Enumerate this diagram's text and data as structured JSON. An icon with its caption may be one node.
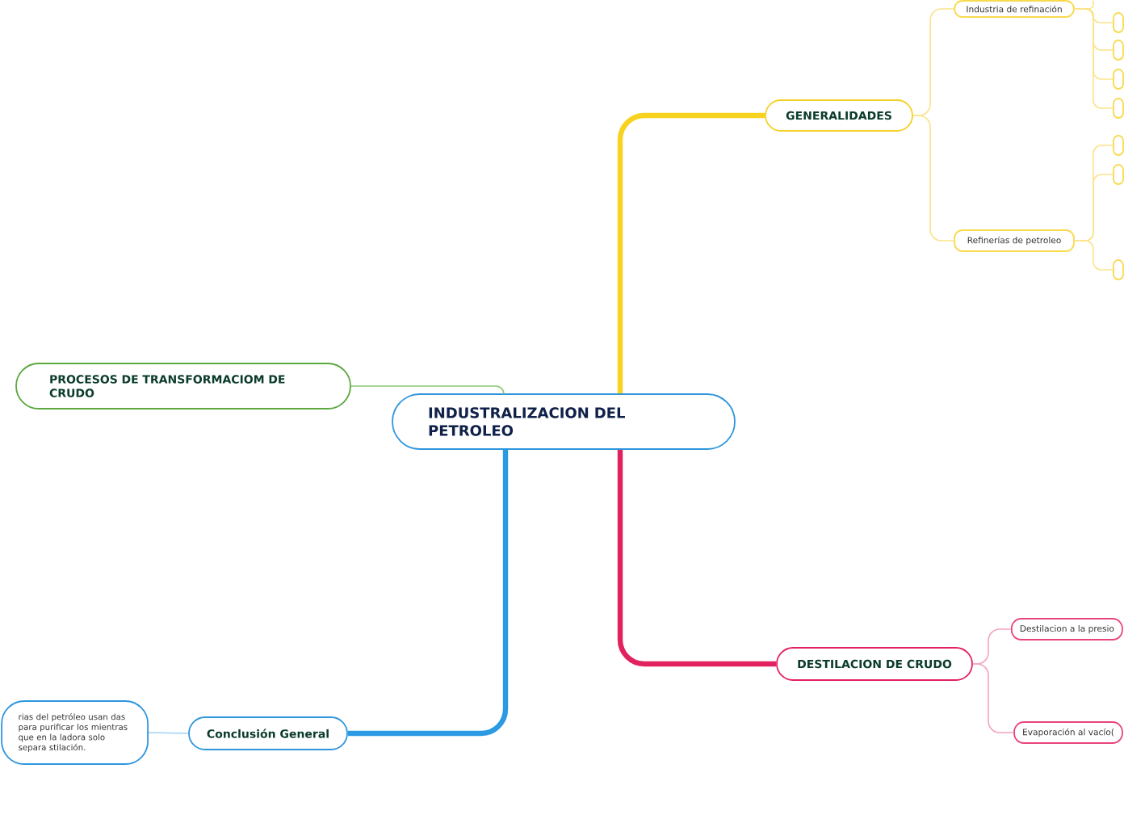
{
  "diagram": {
    "nodes": [
      {
        "text": [
          "INDUSTRALIZACION DEL PETROLEO"
        ]
      },
      {
        "text": [
          "GENERALIDADES"
        ]
      },
      {
        "text": [
          "Industria de refinación"
        ]
      },
      {
        "text": [],
        "shape": "box"
      },
      {
        "text": [],
        "shape": "box"
      },
      {
        "text": [],
        "shape": "box"
      },
      {
        "text": [],
        "shape": "box"
      },
      {
        "text": [
          "Refinerías de petroleo"
        ]
      },
      {
        "text": [],
        "shape": "box"
      },
      {
        "text": [],
        "shape": "box"
      },
      {
        "text": [],
        "shape": "box"
      },
      {
        "text": [
          "PROCESOS DE TRANSFORMACIOM DE CRUDO"
        ]
      },
      {
        "text": [
          "DESTILACION DE CRUDO"
        ]
      },
      {
        "text": [
          "Destilacion a la presio"
        ]
      },
      {
        "text": [
          "Evaporación al vacío("
        ]
      },
      {
        "text": [
          "Conclusión General"
        ]
      },
      {
        "text": [
          "rias del petróleo usan das para purificar los mientras que en la ladora solo separa stilación."
        ]
      }
    ],
    "edges": [
      {
        "from": 0,
        "to": 1,
        "arrow": "none",
        "style": "thick",
        "color": "#f7d21e"
      },
      {
        "from": 1,
        "to": 2,
        "arrow": "none"
      },
      {
        "from": 2,
        "to": null,
        "arrow": "none"
      },
      {
        "from": 2,
        "to": 3,
        "arrow": "none"
      },
      {
        "from": 2,
        "to": 4,
        "arrow": "none"
      },
      {
        "from": 2,
        "to": 5,
        "arrow": "none"
      },
      {
        "from": 2,
        "to": 6,
        "arrow": "none"
      },
      {
        "from": 1,
        "to": 7,
        "arrow": "none"
      },
      {
        "from": 7,
        "to": 8,
        "arrow": "none"
      },
      {
        "from": 7,
        "to": 9,
        "arrow": "none"
      },
      {
        "from": 7,
        "to": 10,
        "arrow": "none"
      },
      {
        "from": 0,
        "to": 11,
        "arrow": "none",
        "color": "#8dc775"
      },
      {
        "from": 0,
        "to": 12,
        "arrow": "none",
        "style": "thick",
        "color": "#e2215f"
      },
      {
        "from": 12,
        "to": 13,
        "arrow": "none",
        "color": "#f4a3bf"
      },
      {
        "from": 12,
        "to": 14,
        "arrow": "none",
        "color": "#f4a3bf"
      },
      {
        "from": 0,
        "to": 15,
        "arrow": "none",
        "style": "thick",
        "color": "#2b9ae3"
      },
      {
        "from": 15,
        "to": 16,
        "arrow": "none",
        "color": "#9fd3f5"
      }
    ]
  }
}
